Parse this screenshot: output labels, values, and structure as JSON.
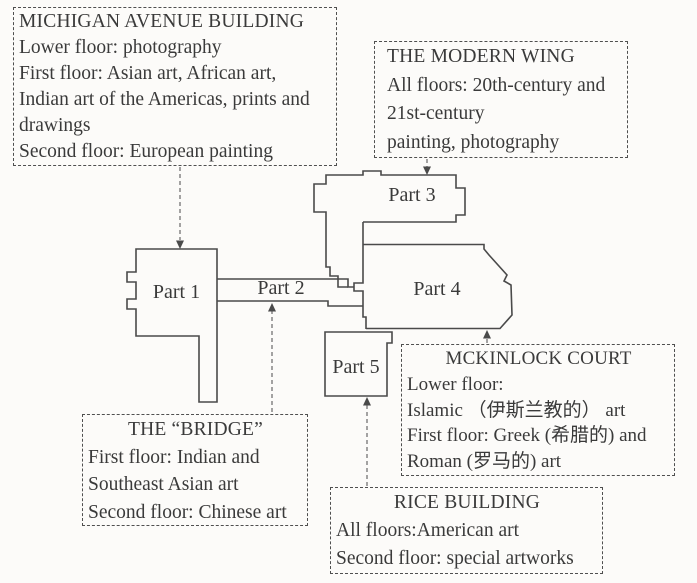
{
  "figure": {
    "type": "museum floor map with annotation boxes",
    "parts": [
      {
        "label": "Part 1"
      },
      {
        "label": "Part 2"
      },
      {
        "label": "Part 3"
      },
      {
        "label": "Part 4"
      },
      {
        "label": "Part 5"
      }
    ],
    "connections": [
      {
        "from": "MICHIGAN AVENUE BUILDING",
        "to": "Part 1",
        "arrow": "down"
      },
      {
        "from": "THE MODERN WING",
        "to": "Part 3",
        "arrow": "down"
      },
      {
        "from": "THE “BRIDGE”",
        "to": "Part 2",
        "arrow": "up"
      },
      {
        "from": "MCKINLOCK COURT",
        "to": "Part 4",
        "arrow": "up"
      },
      {
        "from": "RICE BUILDING",
        "to": "Part 5",
        "arrow": "up"
      }
    ]
  },
  "boxes": {
    "michigan_avenue": {
      "title": "MICHIGAN AVENUE BUILDING",
      "lines": [
        "Lower floor: photography",
        "First floor: Asian art, African art,",
        "Indian art of the Americas, prints and",
        "drawings",
        "Second floor: European painting"
      ]
    },
    "modern_wing": {
      "title": "THE MODERN WING",
      "lines": [
        "All floors: 20th-century and",
        "21st-century",
        "painting, photography"
      ]
    },
    "bridge": {
      "title": "THE “BRIDGE”",
      "lines": [
        "First floor: Indian and",
        "Southeast Asian art",
        "Second floor: Chinese art"
      ]
    },
    "mckinlock_court": {
      "title": "MCKINLOCK COURT",
      "lines": [
        "Lower floor:",
        "Islamic （伊斯兰教的） art",
        "First floor: Greek (希腊的) and",
        " Roman (罗马的) art"
      ]
    },
    "rice": {
      "title": "RICE BUILDING",
      "lines": [
        "All floors:American art",
        "Second floor: special artworks"
      ]
    }
  },
  "colors": {
    "line": "#4a4a4a",
    "arrow": "#4a4a4a",
    "text": "#3a3a3a",
    "background": "#fcfbf9",
    "box_border": "#4f4f4f"
  }
}
